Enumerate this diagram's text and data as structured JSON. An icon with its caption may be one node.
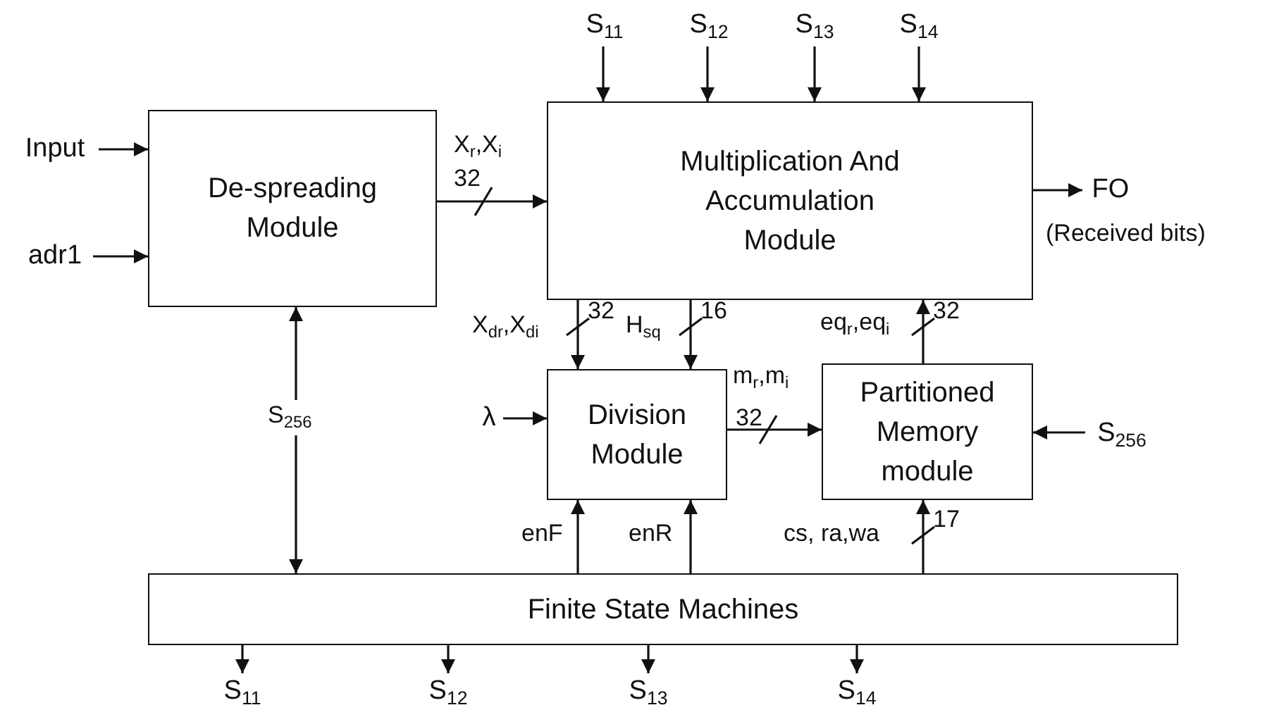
{
  "diagram": {
    "nodes": [
      {
        "text": [
          "Input"
        ]
      },
      {
        "text": [
          "adr1"
        ]
      },
      {
        "text": [
          "S$_{11}$"
        ]
      },
      {
        "text": [
          "S$_{12}$"
        ]
      },
      {
        "text": [
          "S$_{13}$"
        ]
      },
      {
        "text": [
          "S$_{14}$"
        ]
      },
      {
        "text": [
          "De-spreading Module"
        ]
      },
      {
        "text": [
          "Multiplication And Accumulation Module"
        ]
      },
      {
        "text": [
          "FO"
        ],
        "beside": [
          "(Received bits)"
        ]
      },
      {
        "text": [
          "λ"
        ]
      },
      {
        "text": [
          "Division Module"
        ]
      },
      {
        "text": [
          "Partitioned Memory module"
        ]
      },
      {
        "text": [
          "S$_{256}$"
        ]
      },
      {
        "text": [
          "Finite State Machines"
        ]
      },
      {
        "text": [
          "S$_{11}$"
        ]
      },
      {
        "text": [
          "S$_{12}$"
        ]
      },
      {
        "text": [
          "S$_{13}$"
        ]
      },
      {
        "text": [
          "S$_{14}$"
        ]
      }
    ],
    "edges": [
      {
        "from": 0,
        "to": 6,
        "arrow": "to"
      },
      {
        "from": 1,
        "to": 6,
        "arrow": "to"
      },
      {
        "from": 6,
        "to": 7,
        "arrow": "to",
        "label": "X$_{r}$,X$_{i}$"
      },
      {
        "from": 2,
        "to": 7,
        "arrow": "to"
      },
      {
        "from": 3,
        "to": 7,
        "arrow": "to"
      },
      {
        "from": 4,
        "to": 7,
        "arrow": "to"
      },
      {
        "from": 5,
        "to": 7,
        "arrow": "to"
      },
      {
        "from": 7,
        "to": 8,
        "arrow": "to"
      },
      {
        "from": 7,
        "to": 10,
        "arrow": "to",
        "label": "X$_{dr}$,X$_{di}$"
      },
      {
        "from": 7,
        "to": 10,
        "arrow": "to",
        "label": "H$_{sq}$"
      },
      {
        "from": 9,
        "to": 10,
        "arrow": "to"
      },
      {
        "from": 10,
        "to": 11,
        "arrow": "to",
        "label": "m$_{r}$,m$_{i}$"
      },
      {
        "from": 11,
        "to": 7,
        "arrow": "to",
        "label": "eq$_{r}$,eq$_{i}$"
      },
      {
        "from": 12,
        "to": 11,
        "arrow": "to"
      },
      {
        "from": 13,
        "to": 10,
        "arrow": "to",
        "label": "enF"
      },
      {
        "from": 13,
        "to": 10,
        "arrow": "to",
        "label": "enR"
      },
      {
        "from": 13,
        "to": 11,
        "arrow": "to",
        "label": "cs, ra,wa"
      },
      {
        "from": 13,
        "to": 6,
        "arrow": "both",
        "label": "S$_{256}$"
      },
      {
        "from": 13,
        "to": 14,
        "arrow": "to"
      },
      {
        "from": 13,
        "to": 15,
        "arrow": "to"
      },
      {
        "from": 13,
        "to": 16,
        "arrow": "to"
      },
      {
        "from": 13,
        "to": 17,
        "arrow": "to"
      }
    ],
    "labels": [
      "32",
      "32",
      "16",
      "32",
      "32",
      "17"
    ]
  }
}
